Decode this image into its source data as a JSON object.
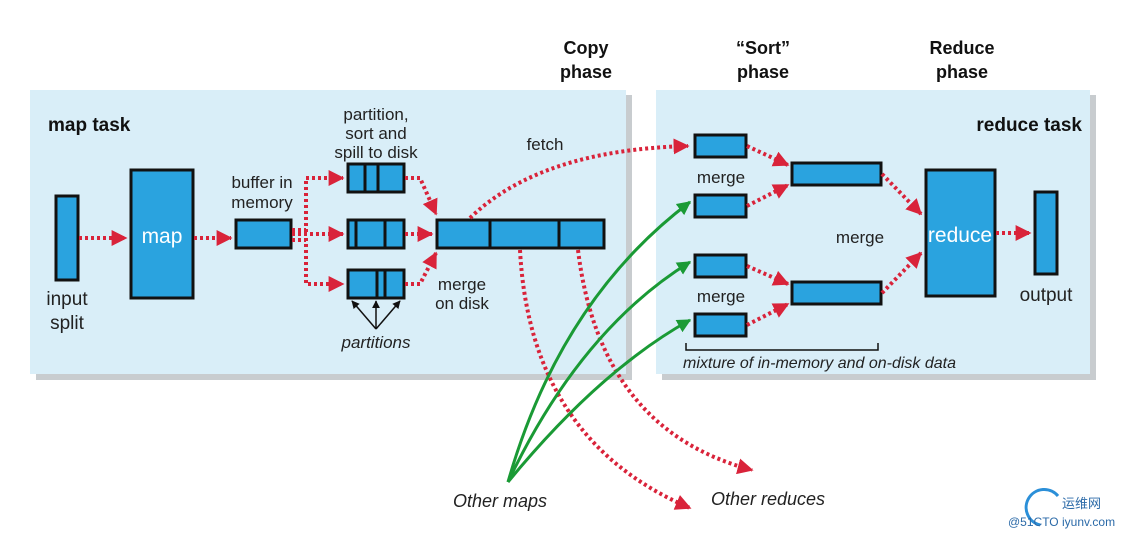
{
  "phases": {
    "copy": [
      "Copy",
      "phase"
    ],
    "sort": [
      "“Sort”",
      "phase"
    ],
    "reduce": [
      "Reduce",
      "phase"
    ]
  },
  "map_task": {
    "title": "map task",
    "input_split": [
      "input",
      "split"
    ],
    "map_label": "map",
    "buffer": [
      "buffer in",
      "memory"
    ],
    "spill": [
      "partition,",
      "sort and",
      "spill to disk"
    ],
    "merge_on_disk": [
      "merge",
      "on disk"
    ],
    "partitions": "partitions",
    "fetch": "fetch"
  },
  "reduce_task": {
    "title": "reduce task",
    "merge_top": "merge",
    "merge_middle": "merge",
    "merge_bottom": "merge",
    "reduce_label": "reduce",
    "output": "output",
    "mixture": "mixture of in-memory and on-disk data"
  },
  "external": {
    "other_maps": "Other maps",
    "other_reduces": "Other reduces"
  },
  "watermark": {
    "line1": "运维网",
    "line2": "@51CTO iyunv.com"
  },
  "colors": {
    "panel": "#d9eef8",
    "box": "#2aa3df",
    "arrow_red": "#d9233a",
    "arrow_green": "#1a9a35"
  }
}
